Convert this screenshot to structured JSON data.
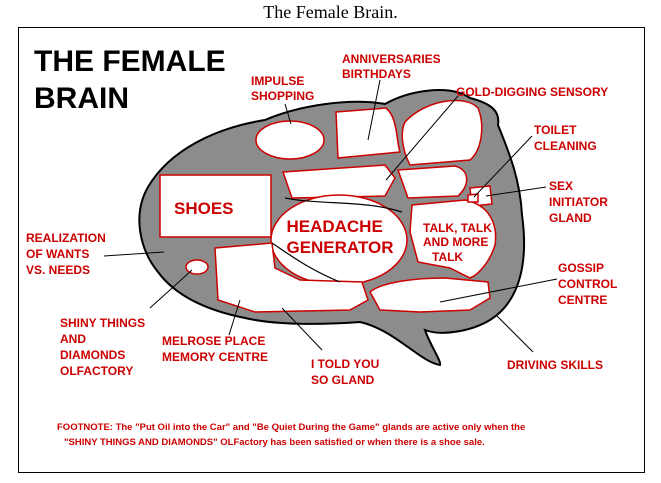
{
  "page_title": "The Female Brain.",
  "heading": [
    "THE FEMALE",
    "BRAIN"
  ],
  "regions": {
    "shoes": "SHOES",
    "headache": [
      "HEADACHE",
      "GENERATOR"
    ],
    "talk": [
      "TALK, TALK",
      "AND MORE",
      "TALK"
    ]
  },
  "labels": {
    "impulse": [
      "IMPULSE",
      "SHOPPING"
    ],
    "anniversaries": [
      "ANNIVERSARIES",
      "BIRTHDAYS"
    ],
    "gold": [
      "GOLD-DIGGING SENSORY"
    ],
    "toilet": [
      "TOILET",
      "CLEANING"
    ],
    "sex": [
      "SEX",
      "INITIATOR",
      "GLAND"
    ],
    "realization": [
      "REALIZATION",
      "OF WANTS",
      "VS. NEEDS"
    ],
    "gossip": [
      "GOSSIP",
      "CONTROL",
      "CENTRE"
    ],
    "shiny": [
      "SHINY THINGS",
      "AND",
      "DIAMONDS",
      "OLFACTORY"
    ],
    "melrose": [
      "MELROSE PLACE",
      "MEMORY CENTRE"
    ],
    "told": [
      "I TOLD YOU",
      "SO GLAND"
    ],
    "driving": [
      "DRIVING SKILLS"
    ]
  },
  "footnote": [
    "FOOTNOTE:  The \"Put Oil into the Car\" and \"Be Quiet During the Game\" glands are active only when the",
    "\"SHINY THINGS AND DIAMONDS\" OLFactory has been satisfied or when there is a shoe sale."
  ],
  "colors": {
    "label": "#cc0000",
    "brain": "#8c8c8c",
    "outline": "#000000",
    "region_border": "#cc0000"
  }
}
